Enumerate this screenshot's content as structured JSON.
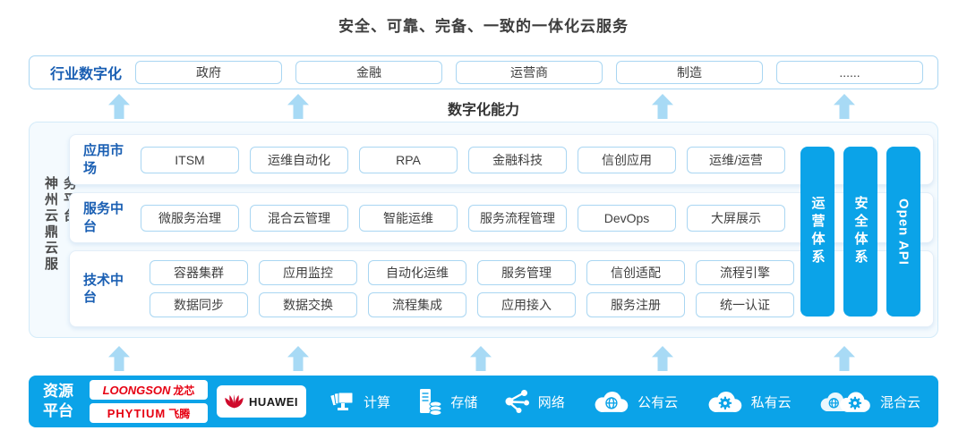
{
  "title": "安全、可靠、完备、一致的一体化云服务",
  "colors": {
    "accent_blue": "#0ba3e8",
    "deep_blue": "#1a5fb3",
    "light_blue_border": "#a9d6f2",
    "arrow_blue": "#a8daf5",
    "panel_bg": "#f4fafe",
    "loongson_red": "#e60012",
    "huawei_red": "#cf0a2c",
    "text_dark": "#3f3f3f"
  },
  "industry": {
    "label": "行业数字化",
    "boxes": [
      "政府",
      "金融",
      "运营商",
      "制造",
      "......"
    ]
  },
  "digital_capability_label": "数字化能力",
  "platform": {
    "side_title": "神州云鼎云服务平台",
    "rows": [
      {
        "label": "应用市场",
        "items": [
          "ITSM",
          "运维自动化",
          "RPA",
          "金融科技",
          "信创应用",
          "运维/运营"
        ]
      },
      {
        "label": "服务中台",
        "items": [
          "微服务治理",
          "混合云管理",
          "智能运维",
          "服务流程管理",
          "DevOps",
          "大屏展示"
        ]
      },
      {
        "label": "技术中台",
        "items_top": [
          "容器集群",
          "应用监控",
          "自动化运维",
          "服务管理",
          "信创适配",
          "流程引擎"
        ],
        "items_bottom": [
          "数据同步",
          "数据交换",
          "流程集成",
          "应用接入",
          "服务注册",
          "统一认证"
        ]
      }
    ],
    "pillars": [
      "运营体系",
      "安全体系",
      "Open API"
    ]
  },
  "resources": {
    "label": "资源平台",
    "loongson": {
      "en": "LOONGSON",
      "cn": "龙芯"
    },
    "phytium": {
      "en": "PHYTIUM",
      "cn": "飞腾"
    },
    "huawei": "HUAWEI",
    "items": [
      {
        "label": "计算",
        "icon": "compute-icon"
      },
      {
        "label": "存储",
        "icon": "storage-icon"
      },
      {
        "label": "网络",
        "icon": "network-icon"
      },
      {
        "label": "公有云",
        "icon": "public-cloud-icon"
      },
      {
        "label": "私有云",
        "icon": "private-cloud-icon"
      },
      {
        "label": "混合云",
        "icon": "hybrid-cloud-icon"
      }
    ]
  }
}
